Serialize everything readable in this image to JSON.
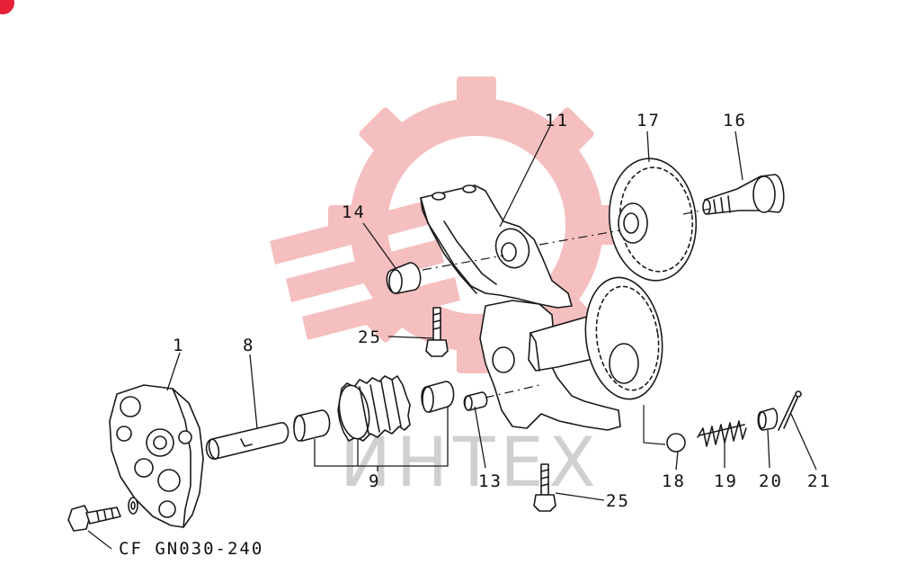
{
  "watermark": {
    "text": "ИНТЕХ",
    "gear_color": "#f4b5b5",
    "text_color": "#d0d0d0"
  },
  "corner_badge": {
    "color": "#e8213a"
  },
  "drawing_code": "CF GN030-240",
  "callouts": {
    "c1": "1",
    "c8": "8",
    "c9": "9",
    "c11": "11",
    "c13": "13",
    "c14": "14",
    "c16": "16",
    "c17": "17",
    "c18": "18",
    "c19": "19",
    "c20": "20",
    "c21": "21",
    "c25a": "25",
    "c25b": "25"
  }
}
